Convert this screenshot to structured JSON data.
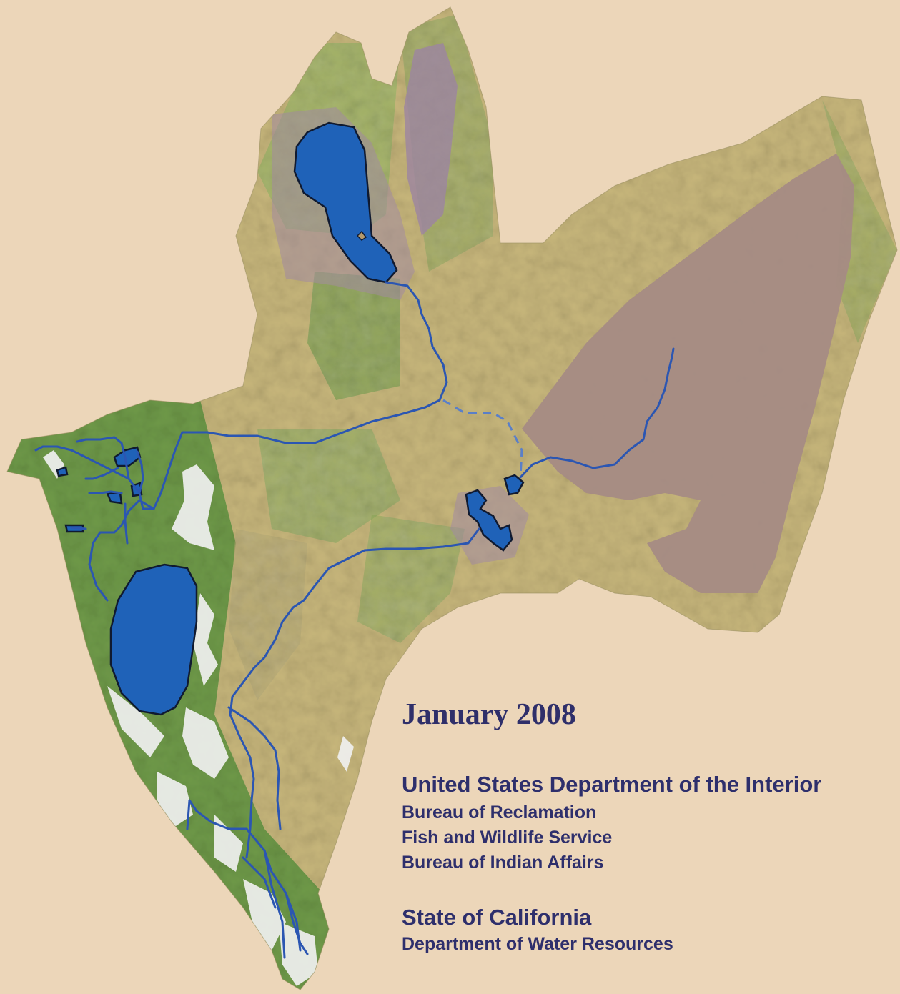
{
  "cover": {
    "date": "January 2008",
    "federal": {
      "name": "United States Department of the Interior",
      "bureaus": [
        "Bureau of Reclamation",
        "Fish and Wildlife Service",
        "Bureau of Indian Affairs"
      ]
    },
    "state": {
      "name": "State of California",
      "department": "Department of Water Resources"
    }
  },
  "colors": {
    "background": "#ecd6b9",
    "terrain": "#c9b97a",
    "terrain_green": "#7ea04f",
    "forest": "#5f9444",
    "playa": "#a48a82",
    "playa_purple": "#9d86a0",
    "snow": "#f2f2f2",
    "water": "#1f62b8",
    "river": "#2a55b0",
    "text": "#2e2f6c"
  }
}
